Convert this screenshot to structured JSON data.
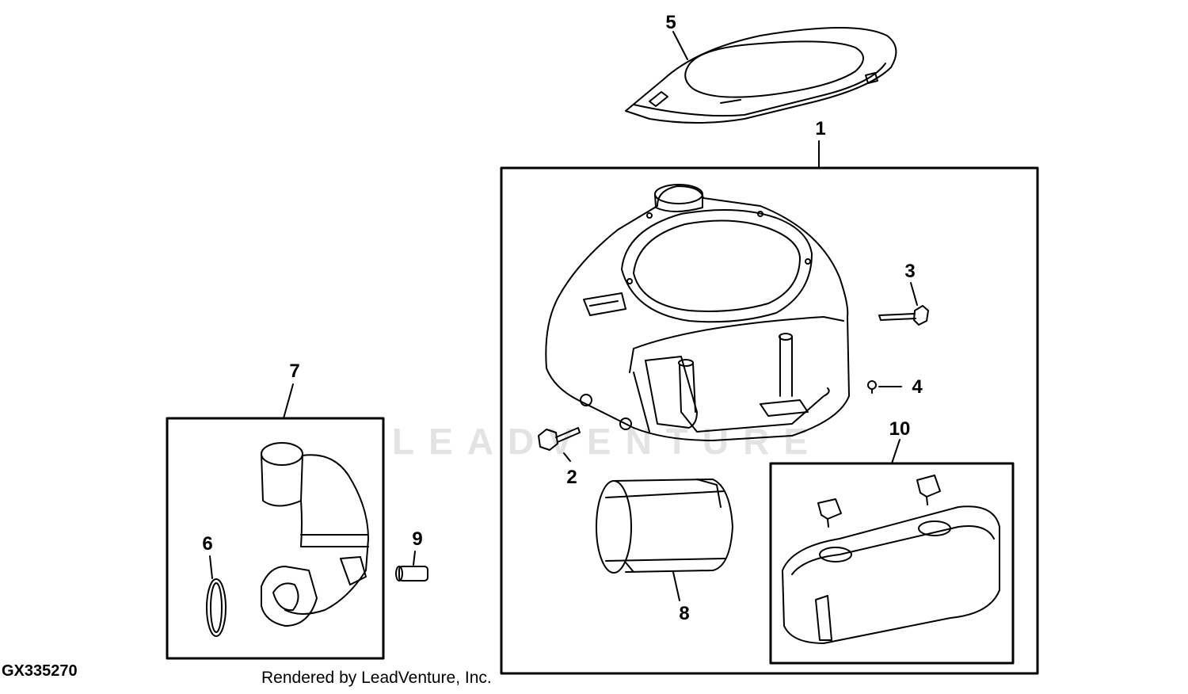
{
  "figure_id": "GX335270",
  "credit": "Rendered by LeadVenture, Inc.",
  "watermark": "LEADVENTURE",
  "callouts": {
    "c1": "1",
    "c2": "2",
    "c3": "3",
    "c4": "4",
    "c5": "5",
    "c6": "6",
    "c7": "7",
    "c8": "8",
    "c9": "9",
    "c10": "10"
  }
}
